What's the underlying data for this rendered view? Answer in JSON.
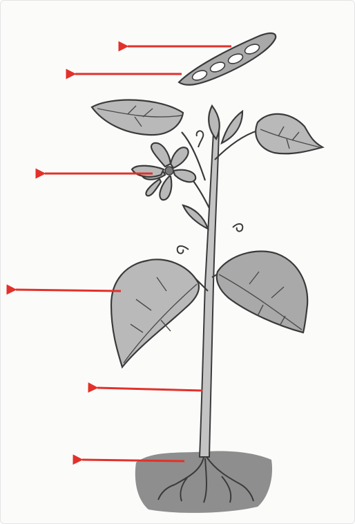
{
  "figure": {
    "parts": [
      {
        "id": "pod"
      },
      {
        "id": "seeds"
      },
      {
        "id": "flower"
      },
      {
        "id": "leaf"
      },
      {
        "id": "stem"
      },
      {
        "id": "root"
      }
    ],
    "colors": {
      "arrow": "#e2312a",
      "plant_fill": "#b9b9b9",
      "outline": "#3a3a3a",
      "soil": "#8e8e8e"
    }
  }
}
